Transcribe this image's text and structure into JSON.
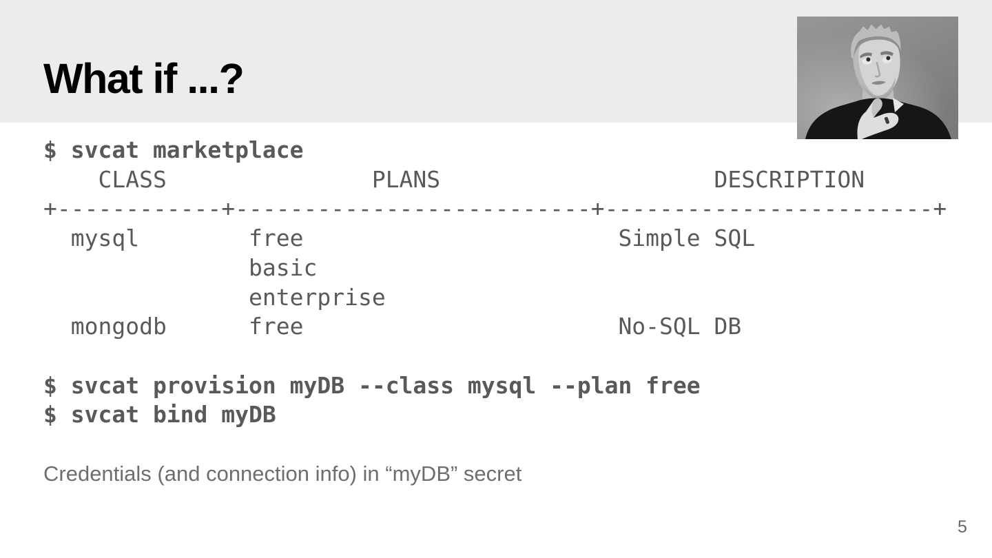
{
  "slide": {
    "title": "What if ...?",
    "note": "Credentials (and connection info) in “myDB” secret",
    "page_number": "5"
  },
  "colors": {
    "header_band": "#ececec",
    "title_text": "#000000",
    "terminal_text": "#595959",
    "note_text": "#6e6e6e",
    "page_number_text": "#666666"
  },
  "terminal": {
    "lines": [
      {
        "text": "$ svcat marketplace",
        "bold": true
      },
      {
        "text": "    CLASS               PLANS                    DESCRIPTION",
        "bold": false
      },
      {
        "text": "+------------+--------------------------+------------------------+",
        "bold": false
      },
      {
        "text": "  mysql        free                       Simple SQL",
        "bold": false
      },
      {
        "text": "               basic",
        "bold": false
      },
      {
        "text": "               enterprise",
        "bold": false
      },
      {
        "text": "  mongodb      free                       No-SQL DB",
        "bold": false
      },
      {
        "text": "",
        "bold": false
      },
      {
        "text": "$ svcat provision myDB --class mysql --plan free",
        "bold": true
      },
      {
        "text": "$ svcat bind myDB",
        "bold": true
      }
    ]
  },
  "marketplace_table": {
    "columns": [
      "CLASS",
      "PLANS",
      "DESCRIPTION"
    ],
    "rows": [
      {
        "CLASS": "mysql",
        "PLANS": [
          "free",
          "basic",
          "enterprise"
        ],
        "DESCRIPTION": "Simple SQL"
      },
      {
        "CLASS": "mongodb",
        "PLANS": [
          "free"
        ],
        "DESCRIPTION": "No-SQL DB"
      }
    ]
  },
  "photo": {
    "name": "thinking-man-photo",
    "style": "black-and-white portrait, man looking up with hand on chin"
  }
}
